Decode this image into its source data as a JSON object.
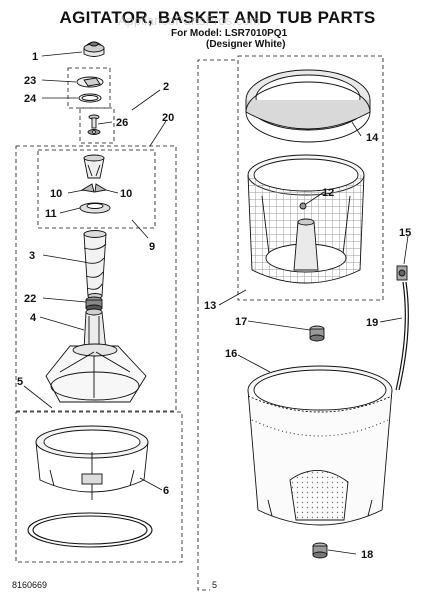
{
  "title": "AGITATOR, BASKET AND TUB PARTS",
  "model_line": "For Model: LSR7010PQ1",
  "variant_line": "(Designer White)",
  "watermark": "AppliancePartsPros.com",
  "footer": {
    "doc_number": "8160669",
    "page_number": "5"
  },
  "callouts": {
    "c1": "1",
    "c2": "2",
    "c3": "3",
    "c4": "4",
    "c5": "5",
    "c6": "6",
    "c9": "9",
    "c10a": "10",
    "c10b": "10",
    "c11": "11",
    "c12": "12",
    "c13": "13",
    "c14": "14",
    "c15": "15",
    "c16": "16",
    "c17": "17",
    "c18": "18",
    "c19": "19",
    "c20": "20",
    "c22": "22",
    "c23": "23",
    "c24": "24",
    "c26": "26"
  },
  "colors": {
    "ink": "#111111",
    "paper": "#ffffff",
    "hatch": "#9a9a9a",
    "watermark": "#b8b8b8"
  }
}
